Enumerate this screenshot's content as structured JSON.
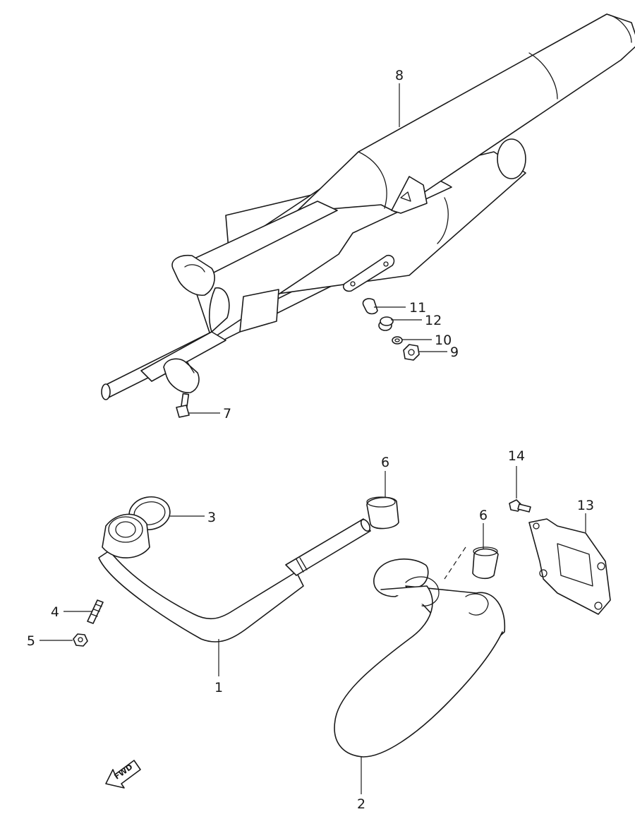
{
  "diagram": {
    "callouts": {
      "c1": "1",
      "c2": "2",
      "c3": "3",
      "c4": "4",
      "c5": "5",
      "c6a": "6",
      "c6b": "6",
      "c7": "7",
      "c8": "8",
      "c9": "9",
      "c10": "10",
      "c11": "11",
      "c12": "12",
      "c13": "13",
      "c14": "14"
    },
    "direction_marker": {
      "label": "FWD"
    },
    "colors": {
      "line": "#1a1a1a",
      "background": "#ffffff"
    }
  }
}
